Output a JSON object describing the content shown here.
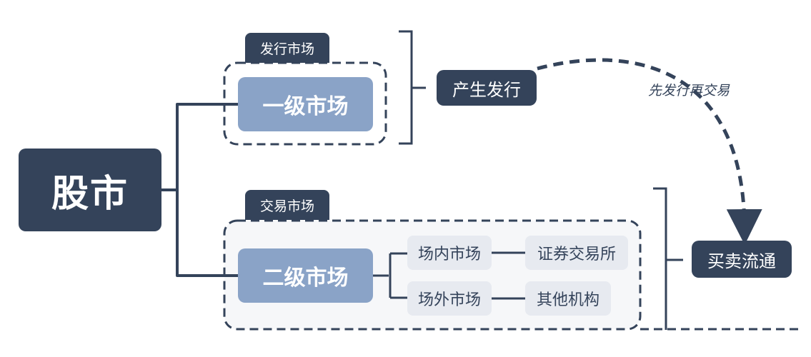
{
  "root": {
    "label": "股市"
  },
  "primary": {
    "tag": "发行市场",
    "title": "一级市场",
    "action": "产生发行"
  },
  "secondary": {
    "tag": "交易市场",
    "title": "二级市场",
    "action": "买卖流通",
    "branches": [
      {
        "label": "场内市场",
        "target": "证券交易所"
      },
      {
        "label": "场外市场",
        "target": "其他机构"
      }
    ]
  },
  "flow_note": "先发行再交易",
  "colors": {
    "dark": "#34435a",
    "accent": "#8aa3c7",
    "light": "#e7eaf0",
    "subtle_bg": "#f6f7f9"
  }
}
